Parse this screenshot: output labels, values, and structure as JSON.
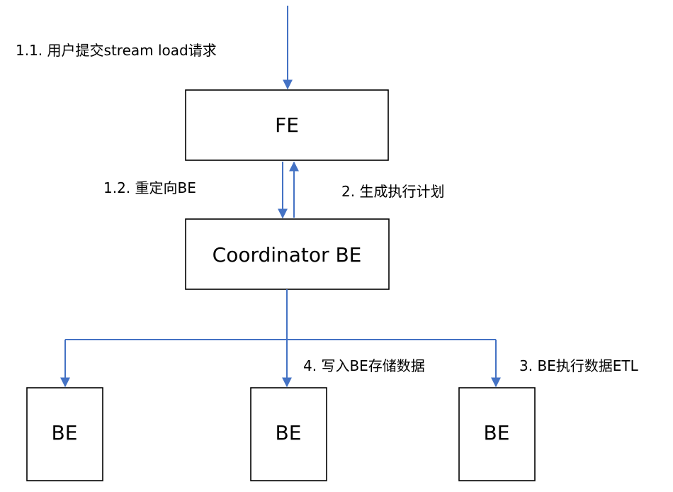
{
  "nodes": {
    "fe": "FE",
    "coordinator": "Coordinator BE",
    "be_left": "BE",
    "be_middle": "BE",
    "be_right": "BE"
  },
  "steps": {
    "submit": "1.1. 用户提交stream load请求",
    "redirect": "1.2. 重定向BE",
    "plan": "2. 生成执行计划",
    "write": "4. 写入BE存储数据",
    "etl": "3. BE执行数据ETL"
  },
  "colors": {
    "arrow": "#4472c4",
    "box_border": "#000000"
  }
}
